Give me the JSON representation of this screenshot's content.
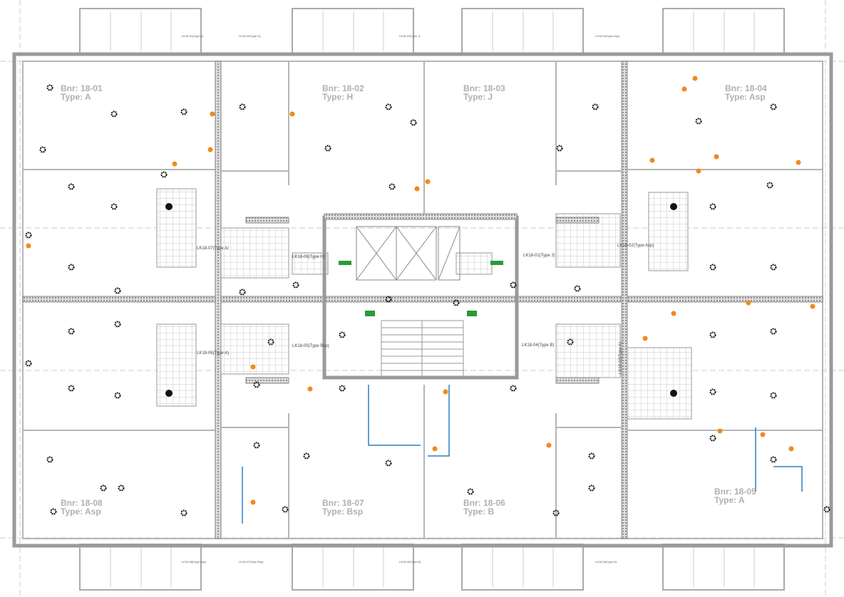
{
  "units": [
    {
      "bnr": "Bnr: 18-01",
      "type": "Type: A"
    },
    {
      "bnr": "Bnr: 18-02",
      "type": "Type: H"
    },
    {
      "bnr": "Bnr: 18-03",
      "type": "Type: J"
    },
    {
      "bnr": "Bnr: 18-04",
      "type": "Type: Asp"
    },
    {
      "bnr": "Bnr: 18-05",
      "type": "Type: A"
    },
    {
      "bnr": "Bnr: 18-06",
      "type": "Type: B"
    },
    {
      "bnr": "Bnr: 18-07",
      "type": "Type: Bsp"
    },
    {
      "bnr": "Bnr: 18-08",
      "type": "Type: Asp"
    }
  ],
  "storage_labels": [
    "LK18-07(Type A/",
    "LK18-08(Type H)",
    "LK18-01(Type J)",
    "LK18-02(Type Asp)",
    "LK18-06(Type A)",
    "LK18-05(Type Bsp)",
    "LK18-04(Type B)",
    "LK18-03(Type A)"
  ],
  "balcony_labels": {
    "top": [
      "LK18-01(Type A)",
      "LK18-02(Type H)",
      "LK18-03(Type J)",
      "LK18-04(Type Asp)"
    ],
    "bottom": [
      "LK18-08(Type Asp)",
      "LK18-07(Type Bsp)",
      "LK18-06(Type B)",
      "LK18-05(Type A)"
    ]
  },
  "colors": {
    "fixture": "#111111",
    "fire": "#f08a1c",
    "pipe": "#2f7fc1",
    "exit": "#2a9a3a"
  }
}
